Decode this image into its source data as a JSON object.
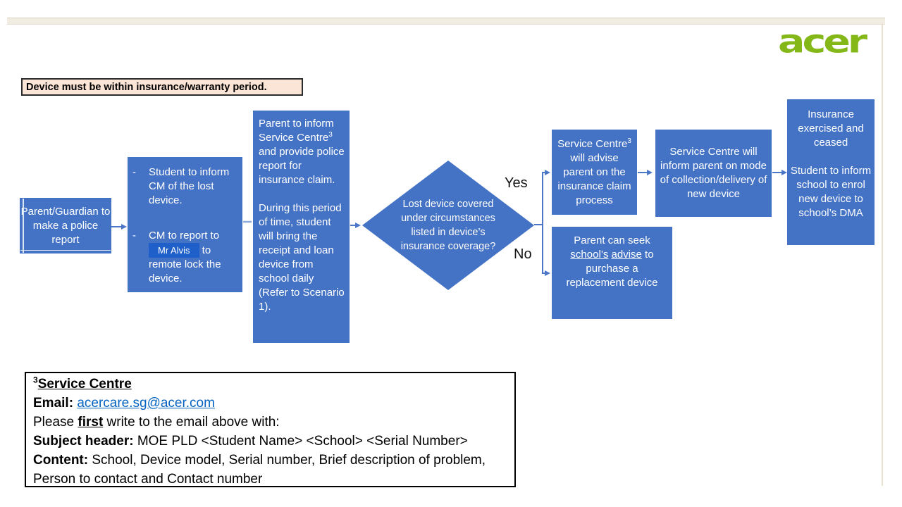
{
  "logo": {
    "text": "acer",
    "color": "#84b818"
  },
  "note": {
    "text": "Device must be within insurance/warranty period."
  },
  "flow": {
    "box_police": {
      "text": "Parent/Guardian to make a police report"
    },
    "box_inform_cm": {
      "dash": "-",
      "bullet1": "Student to inform CM of the lost device.",
      "bullet2_before": "CM to report to ",
      "name_tag": "Mr Alvis",
      "bullet2_after": " to remote lock the device."
    },
    "box_service_centre": {
      "p1_before": "Parent to inform Service Centre",
      "p1_sup": "3",
      "p1_after": " and provide police report for insurance claim.",
      "p2": "During this period of time, student will bring the receipt and loan device from school daily (Refer to Scenario 1)."
    },
    "decision": {
      "text": "Lost device covered under circumstances listed in device’s insurance coverage?"
    },
    "label_yes": "Yes",
    "label_no": "No",
    "box_advise": {
      "before": "Service Centre",
      "sup": "3",
      "after": " will advise parent on the insurance claim process"
    },
    "box_collection": {
      "text": "Service Centre will inform parent on mode of collection/delivery of new device"
    },
    "box_insurance": {
      "p1": "Insurance exercised and ceased",
      "p2": "Student to inform school to enrol new device to school’s DMA"
    },
    "box_replacement": {
      "r1": "Parent can seek ",
      "u1": "school’s",
      "sp": " ",
      "u2": "advise",
      "r2": " to purchase a replacement  device"
    }
  },
  "footer": {
    "sup": "3",
    "title": "Service Centre",
    "email_label": "Email: ",
    "email_link": "acercare.sg@acer.com",
    "l3_a": "Please ",
    "l3_b": "first",
    "l3_c": " write to the email above with:",
    "l4_label": "Subject header:",
    "l4_text": " MOE PLD <Student Name> <School> <Serial Number>",
    "l5_label": "Content:",
    "l5_text": " School, Device model, Serial number, Brief description of problem, Person to contact and Contact number"
  }
}
